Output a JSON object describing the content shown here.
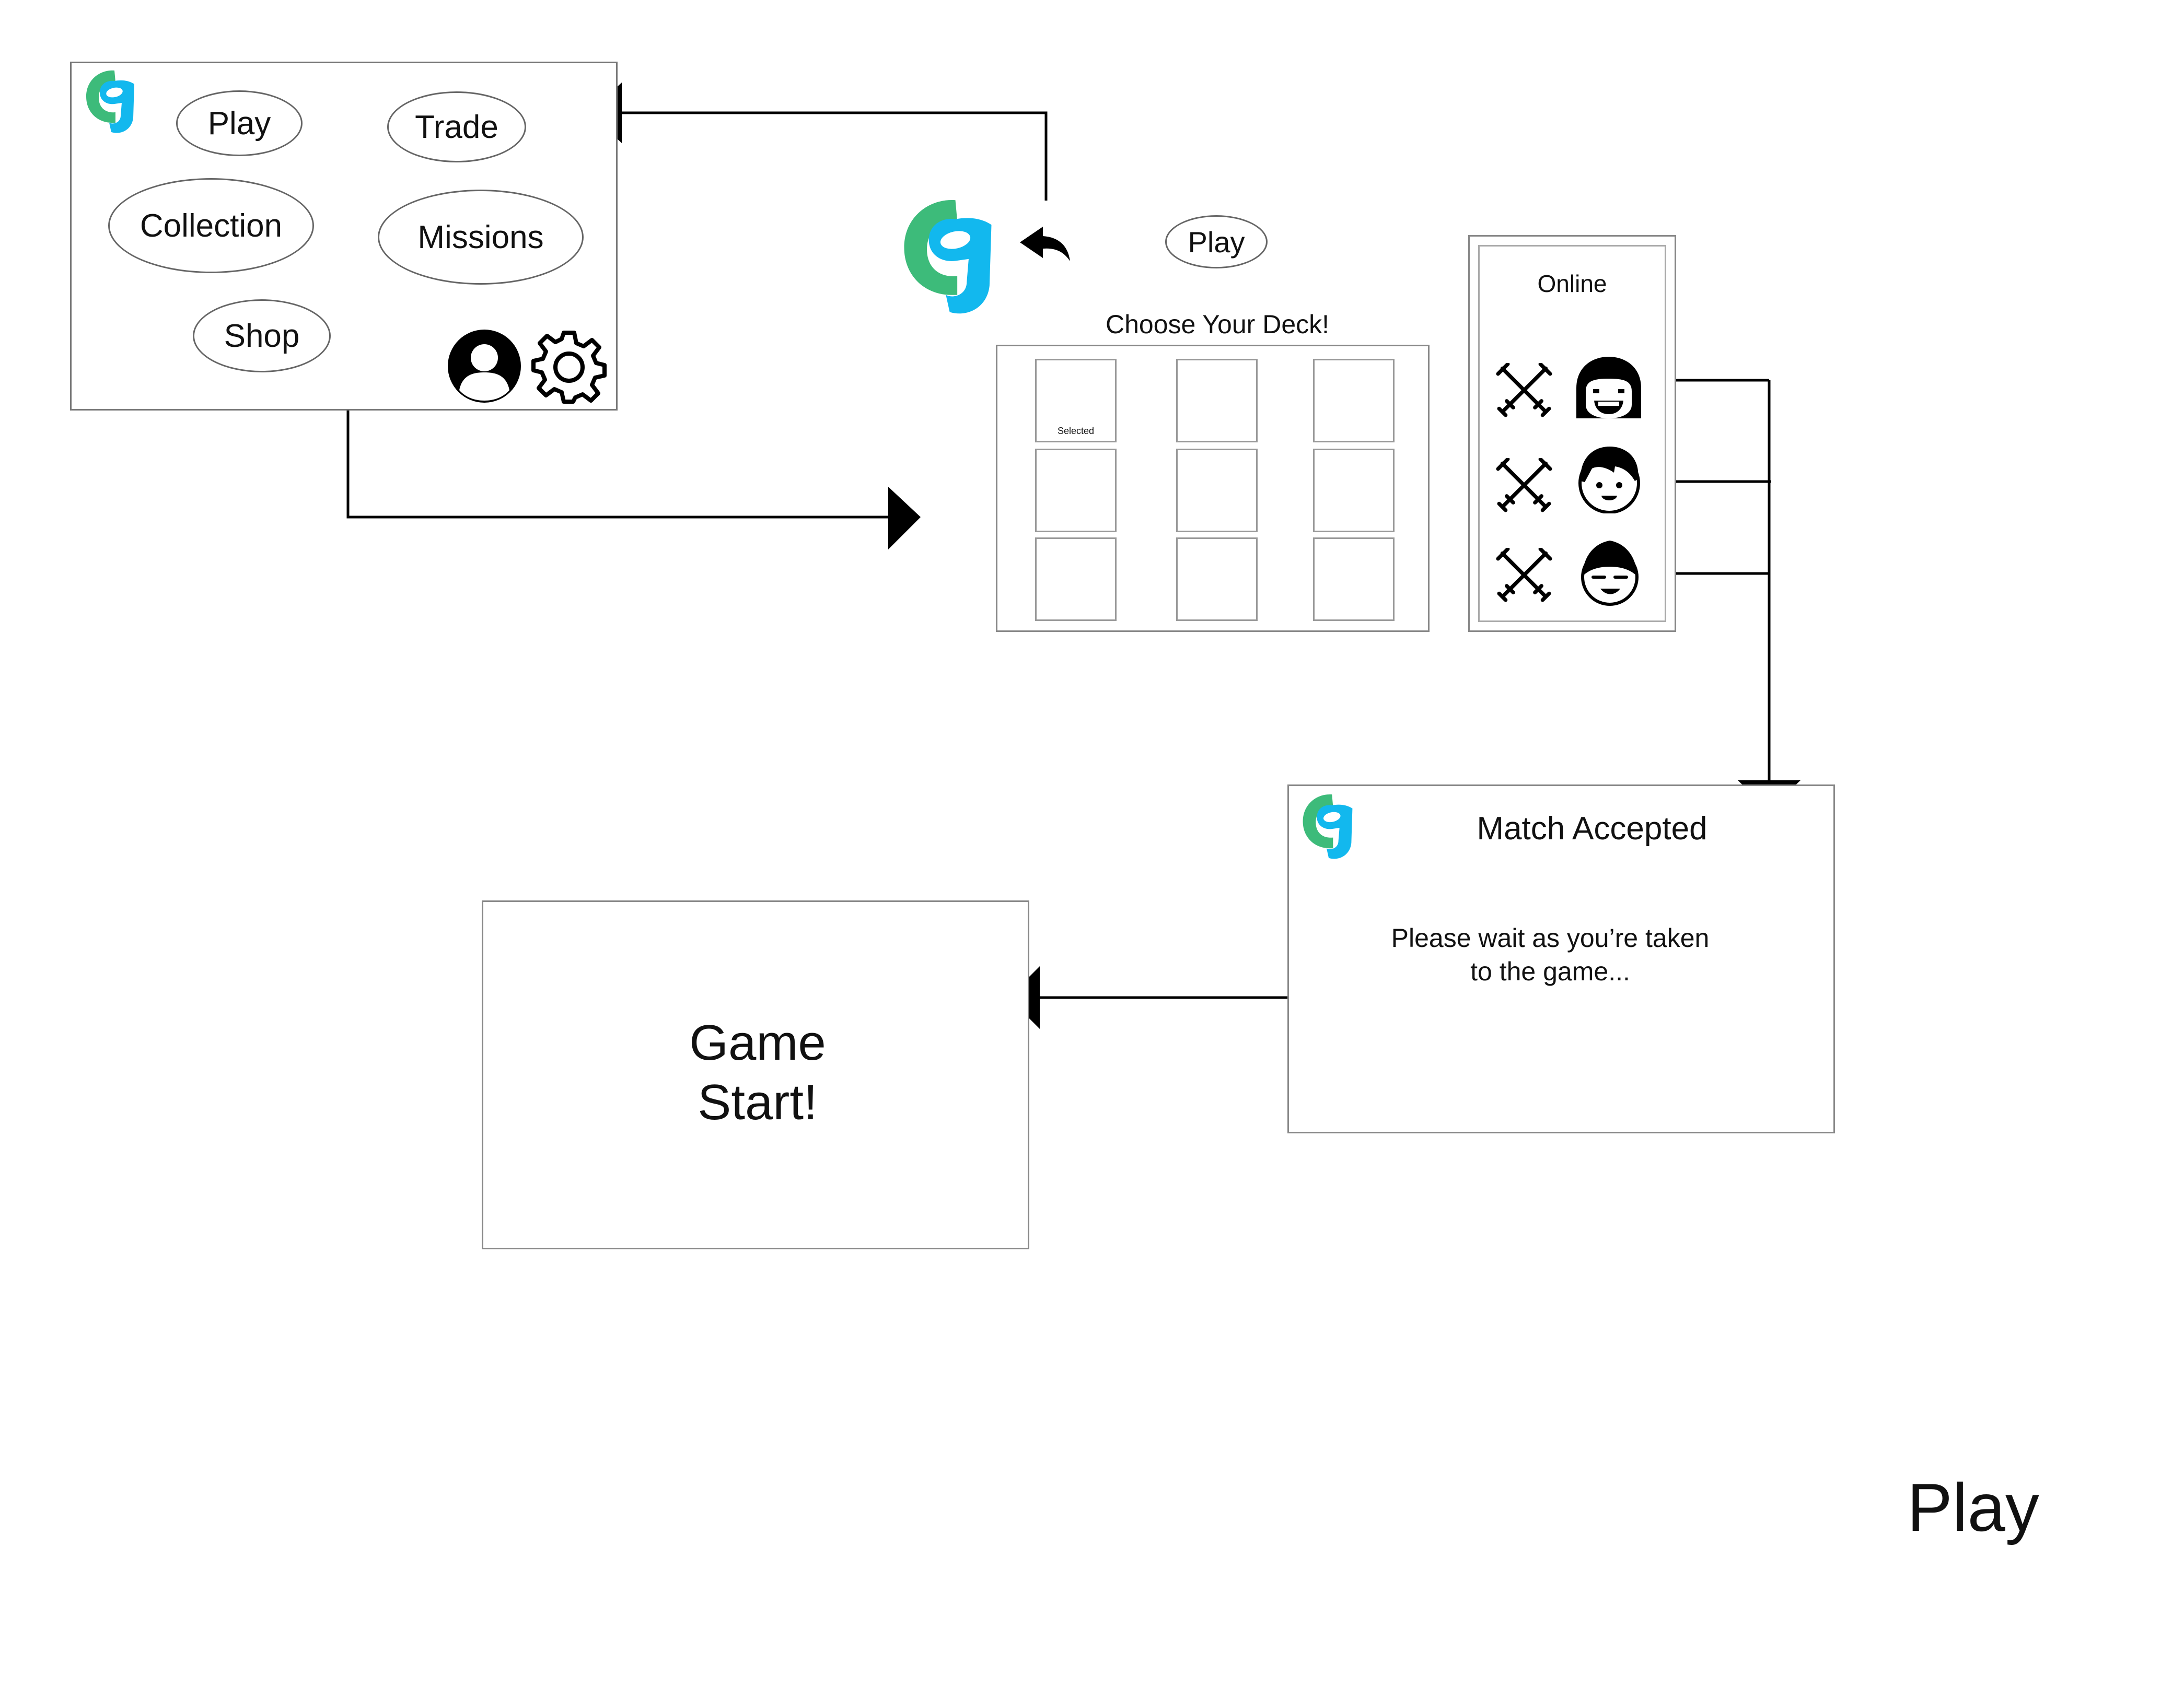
{
  "home_screen": {
    "buttons": {
      "play": "Play",
      "trade": "Trade",
      "collection": "Collection",
      "missions": "Missions",
      "shop": "Shop"
    },
    "icons": [
      "logo-icon",
      "profile-icon",
      "gear-icon"
    ]
  },
  "deck_screen": {
    "play_label": "Play",
    "title": "Choose Your Deck!",
    "selected_label": "Selected",
    "icons": [
      "logo-icon",
      "back-arrow-icon"
    ]
  },
  "online_panel": {
    "title": "Online",
    "players": [
      {
        "avatar": "girl-avatar-icon",
        "action": "crossed-swords-icon"
      },
      {
        "avatar": "boy-avatar-icon",
        "action": "crossed-swords-icon"
      },
      {
        "avatar": "sleepy-avatar-icon",
        "action": "crossed-swords-icon"
      }
    ]
  },
  "match_screen": {
    "title": "Match Accepted",
    "message_line1": "Please wait as you’re taken",
    "message_line2": "to the game..."
  },
  "game_screen": {
    "line1": "Game",
    "line2": "Start!"
  },
  "page_label": "Play",
  "colors": {
    "logo_green": "#3DBB7A",
    "logo_blue": "#12B8EE",
    "line": "#000000",
    "border": "#777777"
  }
}
